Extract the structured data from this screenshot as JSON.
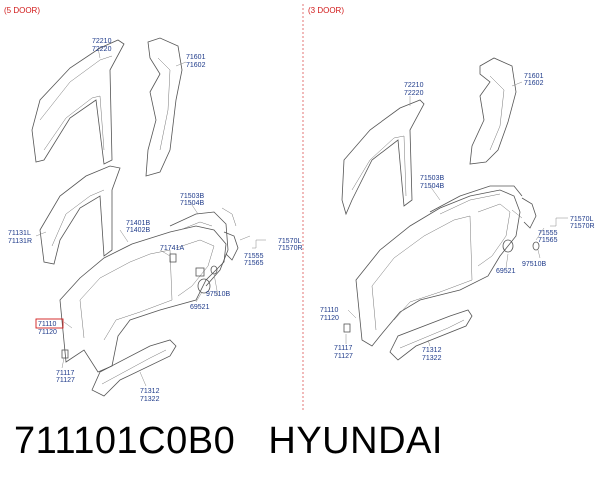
{
  "headers": {
    "left": "(5 DOOR)",
    "right": "(3 DOOR)"
  },
  "left_labels": {
    "l72210": "72210",
    "l72220": "72220",
    "l71601": "71601",
    "l71602": "71602",
    "l71131L": "71131L",
    "l71131R": "71131R",
    "l71401B": "71401B",
    "l71402B": "71402B",
    "l71503B": "71503B",
    "l71504B": "71504B",
    "l71741A": "71741A",
    "l71555": "71555",
    "l71565": "71565",
    "l71570L": "71570L",
    "l71570R": "71570R",
    "l97510B": "97510B",
    "l69521": "69521",
    "l71110": "71110",
    "l71120": "71120",
    "l71117": "71117",
    "l71127": "71127",
    "l71312": "71312",
    "l71322": "71322"
  },
  "right_labels": {
    "l72210": "72210",
    "l72220": "72220",
    "l71601": "71601",
    "l71602": "71602",
    "l71503B": "71503B",
    "l71504B": "71504B",
    "l71570L": "71570L",
    "l71570R": "71570R",
    "l71555": "71555",
    "l71565": "71565",
    "l69521": "69521",
    "l97510B": "97510B",
    "l71110": "71110",
    "l71120": "71120",
    "l71117": "71117",
    "l71127": "71127",
    "l71312": "71312",
    "l71322": "71322"
  },
  "highlight_color": "#d11a1a",
  "label_color": "#1e3a8a",
  "caption": "711101C0B0   HYUNDAI"
}
